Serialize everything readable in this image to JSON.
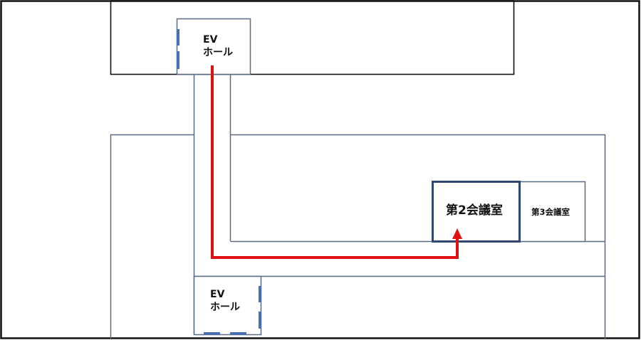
{
  "floor_map": {
    "ev_hall_top": {
      "line1": "EV",
      "line2": "ホール"
    },
    "ev_hall_bottom": {
      "line1": "EV",
      "line2": "ホール"
    },
    "meeting_room_2": {
      "label": "第2会議室"
    },
    "meeting_room_3": {
      "label": "第3会議室"
    }
  },
  "colors": {
    "wall": "#5a6b85",
    "outer": "#111111",
    "door": "#4a6fb0",
    "route": "#e01010",
    "highlight_room": "#2e4670"
  }
}
